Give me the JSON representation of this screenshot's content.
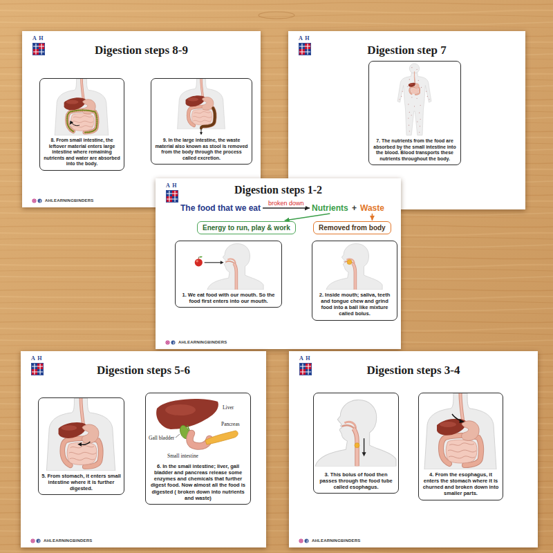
{
  "diagram": {
    "nodes": [
      {
        "text": [
          "Digestion steps 8-9",
          "AHLEARNINGBINDERS"
        ]
      },
      {
        "text": [
          "8. From small intestine, the leftover material enters large intestine where remaining nutrients and water are absorbed into the body."
        ],
        "in": 0
      },
      {
        "text": [
          "9. In the large intestine, the waste material also known as stool is removed from the body through the process called excretion."
        ],
        "in": 0
      },
      {
        "text": [
          "Digestion step 7"
        ]
      },
      {
        "text": [
          "7. The nutrients from the food are absorbed by the small intestine into the blood. Blood transports these nutrients throughout the body."
        ],
        "in": 3
      },
      {
        "text": [
          "Digestion steps 1-2",
          "AHLEARNINGBINDERS"
        ]
      },
      {
        "text": [
          "The food that we eat"
        ],
        "in": 5
      },
      {
        "text": [
          "Nutrients"
        ],
        "in": 5
      },
      {
        "text": [
          "Waste"
        ],
        "in": 5
      },
      {
        "text": [
          "Energy to run, play & work"
        ],
        "in": 5
      },
      {
        "text": [
          "Removed from body"
        ],
        "in": 5
      },
      {
        "text": [
          "1. We eat food with our mouth. So the food first enters into our mouth."
        ],
        "in": 5
      },
      {
        "text": [
          "2. Inside mouth; saliva, teeth and tongue chew and grind food into a ball like mixture called bolus."
        ],
        "in": 5
      },
      {
        "text": [
          "Digestion steps 5-6",
          "AHLEARNINGBINDERS"
        ]
      },
      {
        "text": [
          "5. From stomach, it enters small intestine where it is further digested."
        ],
        "in": 13
      },
      {
        "text": [
          "6. In the small intestine; liver, gall bladder and pancreas release some enzymes and chemicals that further digest food. Now almost all the food is digested ( broken down into nutrients and waste)"
        ],
        "in": 13
      },
      {
        "text": [
          "Digestion steps 3-4",
          "AHLEARNINGBINDERS"
        ]
      },
      {
        "text": [
          "3. This bolus of food then passes through the food tube called esophagus."
        ],
        "in": 16
      },
      {
        "text": [
          "4. From the esophagus, it enters the stomach where it is churned and broken down into smaller parts."
        ],
        "in": 16
      }
    ],
    "edges": [
      {
        "from": 6,
        "to": 7,
        "arrow": "to",
        "label": "broken down"
      },
      {
        "from": 7,
        "to": 9,
        "arrow": "to"
      },
      {
        "from": 8,
        "to": 10,
        "arrow": "to"
      }
    ],
    "labels": [
      "A H",
      "A H",
      "A H",
      "A H",
      "A H",
      "+",
      "Liver",
      "Gall bladder",
      "Small intestine",
      "Pancreas"
    ]
  }
}
